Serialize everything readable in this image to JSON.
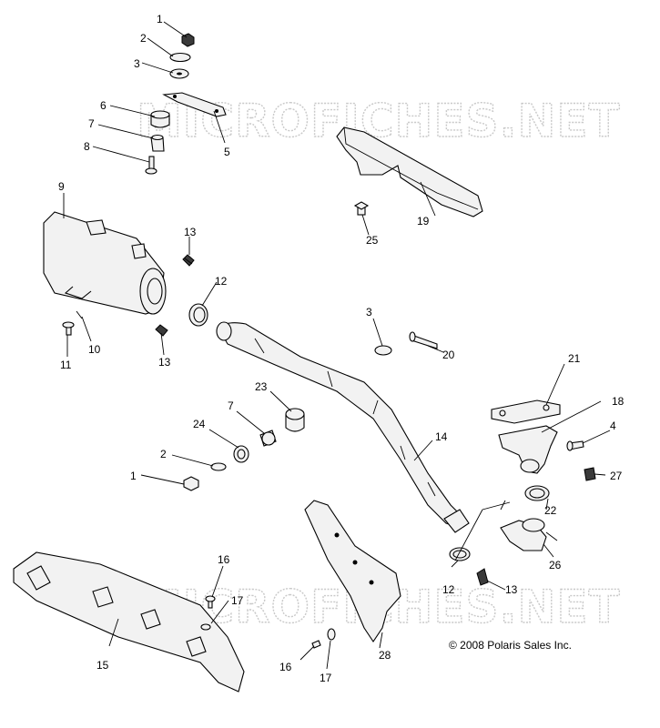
{
  "watermark": "MICROFICHES.NET",
  "copyright": "© 2008 Polaris Sales Inc.",
  "labels": {
    "l1a": "1",
    "l2a": "2",
    "l3a": "3",
    "l6": "6",
    "l5": "5",
    "l7a": "7",
    "l8": "8",
    "l9": "9",
    "l19": "19",
    "l25": "25",
    "l13a": "13",
    "l12a": "12",
    "l10": "10",
    "l11": "11",
    "l13b": "13",
    "l3b": "3",
    "l20": "20",
    "l21": "21",
    "l23": "23",
    "l7b": "7",
    "l18": "18",
    "l24": "24",
    "l4": "4",
    "l14": "14",
    "l2b": "2",
    "l27": "27",
    "l1b": "1",
    "l22": "22",
    "l26": "26",
    "l12b": "12",
    "l13c": "13",
    "l16a": "16",
    "l17a": "17",
    "l15": "15",
    "l28": "28",
    "l16b": "16",
    "l17b": "17"
  }
}
